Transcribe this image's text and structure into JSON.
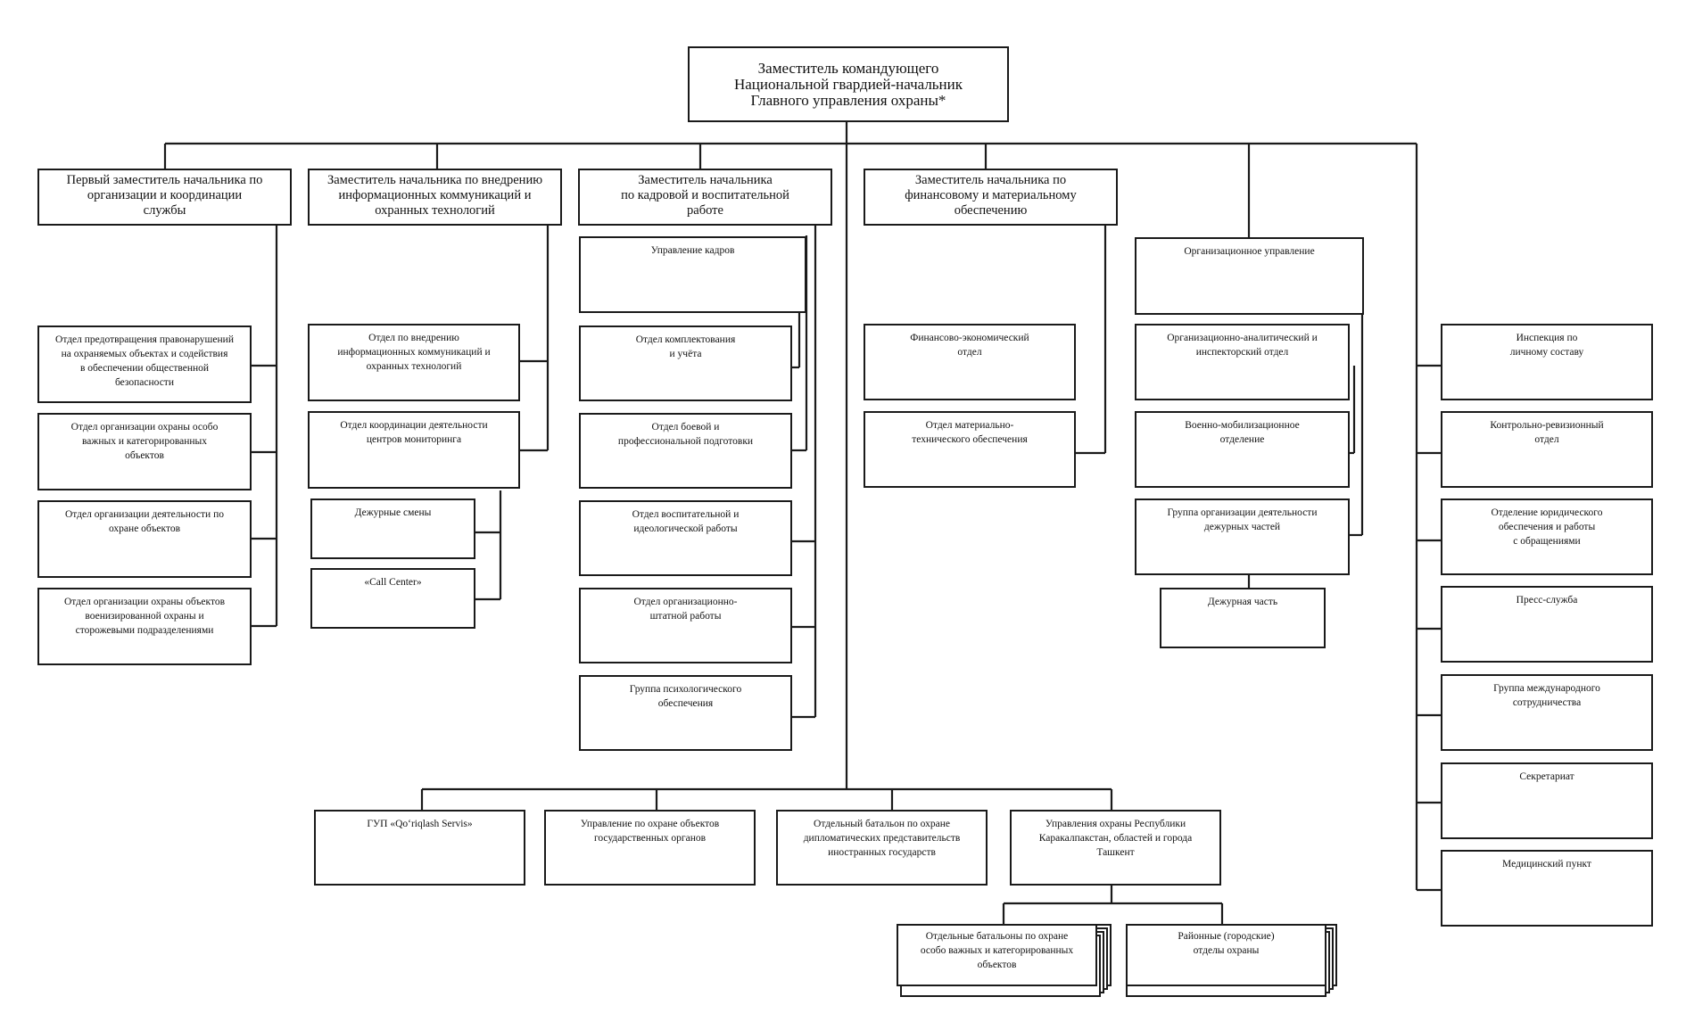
{
  "root": "Заместитель командующего\nНациональной гвардией-начальник\nГлавного управления охраны*",
  "deputy_1": {
    "title": "Первый заместитель начальника по\nорганизации и координации\nслужбы",
    "units": [
      "Отдел предотвращения правонарушений\nна охраняемых объектах и содействия\nв обеспечении общественной\nбезопасности",
      "Отдел организации охраны особо\nважных и категорированных\nобъектов",
      "Отдел организации деятельности по\nохране объектов",
      "Отдел организации охраны объектов\nвоенизированной охраны и\nсторожевыми подразделениями"
    ]
  },
  "deputy_2": {
    "title": "Заместитель начальника по внедрению\nинформационных коммуникаций и\nохранных технологий",
    "units": [
      "Отдел по внедрению\nинформационных коммуникаций и\nохранных технологий",
      "Отдел координации деятельности\nцентров мониторинга"
    ],
    "sub_units": [
      "Дежурные смены",
      "«Call Center»"
    ]
  },
  "deputy_3": {
    "title": "Заместитель начальника\nпо кадровой и воспитательной\nработе",
    "head_unit": "Управление кадров",
    "sub_units": [
      "Отдел комплектования\nи учёта",
      "Отдел боевой и\nпрофессиональной подготовки",
      "Отдел воспитательной и\nидеологической работы",
      "Отдел организационно-\nштатной работы",
      "Группа психологического\nобеспечения"
    ]
  },
  "deputy_4": {
    "title": "Заместитель начальника по\nфинансовому и материальному\nобеспечению",
    "units": [
      "Финансово-экономический\nотдел",
      "Отдел материально-\nтехнического обеспечения"
    ]
  },
  "org_department": {
    "title": "Организационное управление",
    "units": [
      "Организационно-аналитический и\nинспекторский отдел",
      "Военно-мобилизационное\nотделение",
      "Группа организации деятельности\nдежурных частей"
    ],
    "duty": "Дежурная часть"
  },
  "direct_units": [
    "Инспекция по\nличному составу",
    "Контрольно-ревизионный\nотдел",
    "Отделение юридического\nобеспечения и работы\nс обращениями",
    "Пресс-служба",
    "Группа международного\nсотрудничества",
    "Секретариат",
    "Медицинский пункт"
  ],
  "bottom_units": [
    "ГУП «Qo‘riqlash Servis»",
    "Управление по охране объектов\nгосударственных органов",
    "Отдельный батальон по охране\nдипломатических представительств\nиностранных государств",
    "Управления охраны Республики\nКаракалпакстан, областей и города\nТашкент"
  ],
  "regional_units": [
    "Отдельные батальоны по охране\nособо важных и категорированных\nобъектов",
    "Районные (городские)\nотделы охраны"
  ]
}
